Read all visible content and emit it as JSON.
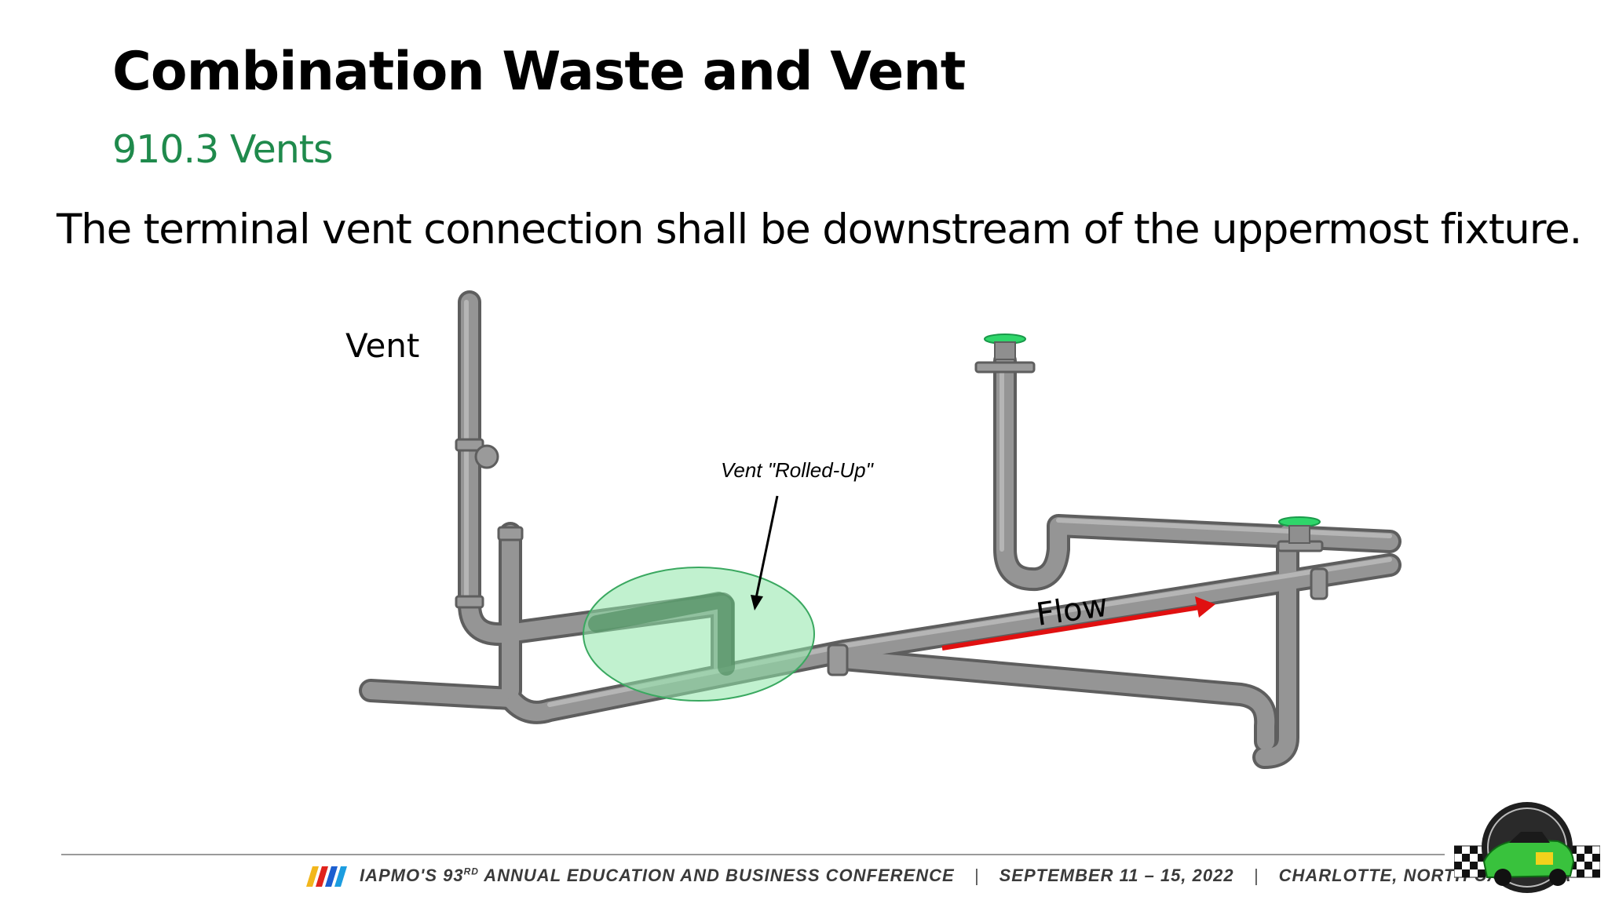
{
  "slide": {
    "title": "Combination Waste and Vent",
    "subtitle": "910.3 Vents",
    "body": "The terminal vent connection shall be downstream of the uppermost fixture."
  },
  "diagram": {
    "vent_label": "Vent",
    "rolled_up_label": "Vent \"Rolled-Up\"",
    "flow_label": "Flow",
    "colors": {
      "pipe": "#8c8c8c",
      "pipe_dark": "#5e5e5e",
      "drain_cap": "#2fd66a",
      "highlight": "#8ee6a8",
      "flow_arrow": "#e01010"
    }
  },
  "footer": {
    "conference_prefix": "IAPMO'S 93",
    "ordinal": "RD",
    "conference_suffix": "ANNUAL EDUCATION AND BUSINESS CONFERENCE",
    "separator": "|",
    "dates": "SEPTEMBER 11 – 15, 2022",
    "location": "CHARLOTTE, NORTH CAROLINA",
    "stripe_colors": [
      "#f2b61c",
      "#e0221c",
      "#1c5fd0",
      "#1c9de0"
    ]
  },
  "icons": [
    "race-car-logo-icon",
    "checkered-flag-icon",
    "racing-stripes-icon"
  ]
}
